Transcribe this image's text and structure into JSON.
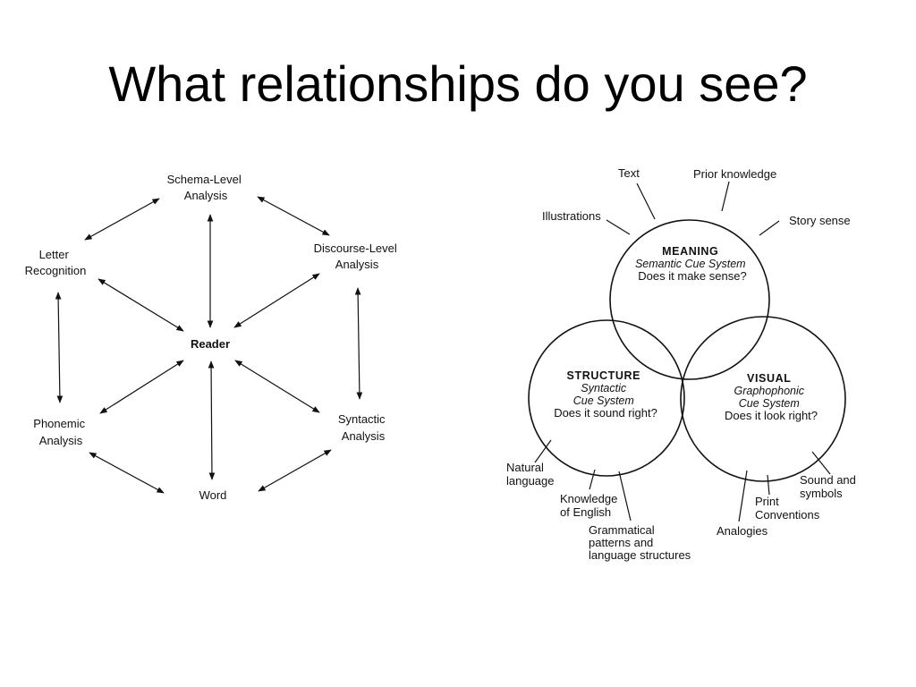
{
  "title": "What relationships do you see?",
  "left_diagram": {
    "center": "Reader",
    "nodes": {
      "schema": [
        "Schema-Level",
        "Analysis"
      ],
      "discourse": [
        "Discourse-Level",
        "Analysis"
      ],
      "letter": [
        "Letter",
        "Recognition"
      ],
      "phonemic": [
        "Phonemic",
        "Analysis"
      ],
      "syntactic": [
        "Syntactic",
        "Analysis"
      ],
      "word": "Word"
    }
  },
  "right_diagram": {
    "meaning": {
      "title": "MEANING",
      "subtitle": "Semantic Cue System",
      "question": "Does it make sense?"
    },
    "structure": {
      "title": "STRUCTURE",
      "subtitle": [
        "Syntactic",
        "Cue System"
      ],
      "question": "Does it sound right?"
    },
    "visual": {
      "title": "VISUAL",
      "subtitle": [
        "Graphophonic",
        "Cue System"
      ],
      "question": "Does it look right?"
    },
    "labels": {
      "text": "Text",
      "prior_knowledge": "Prior knowledge",
      "illustrations": "Illustrations",
      "story_sense": "Story sense",
      "natural_language": [
        "Natural",
        "language"
      ],
      "knowledge_of_english": [
        "Knowledge",
        "of English"
      ],
      "grammatical": [
        "Grammatical",
        "patterns and",
        "language structures"
      ],
      "sound_and_symbols": [
        "Sound and",
        "symbols"
      ],
      "print_conventions": [
        "Print",
        "Conventions"
      ],
      "analogies": "Analogies"
    }
  }
}
